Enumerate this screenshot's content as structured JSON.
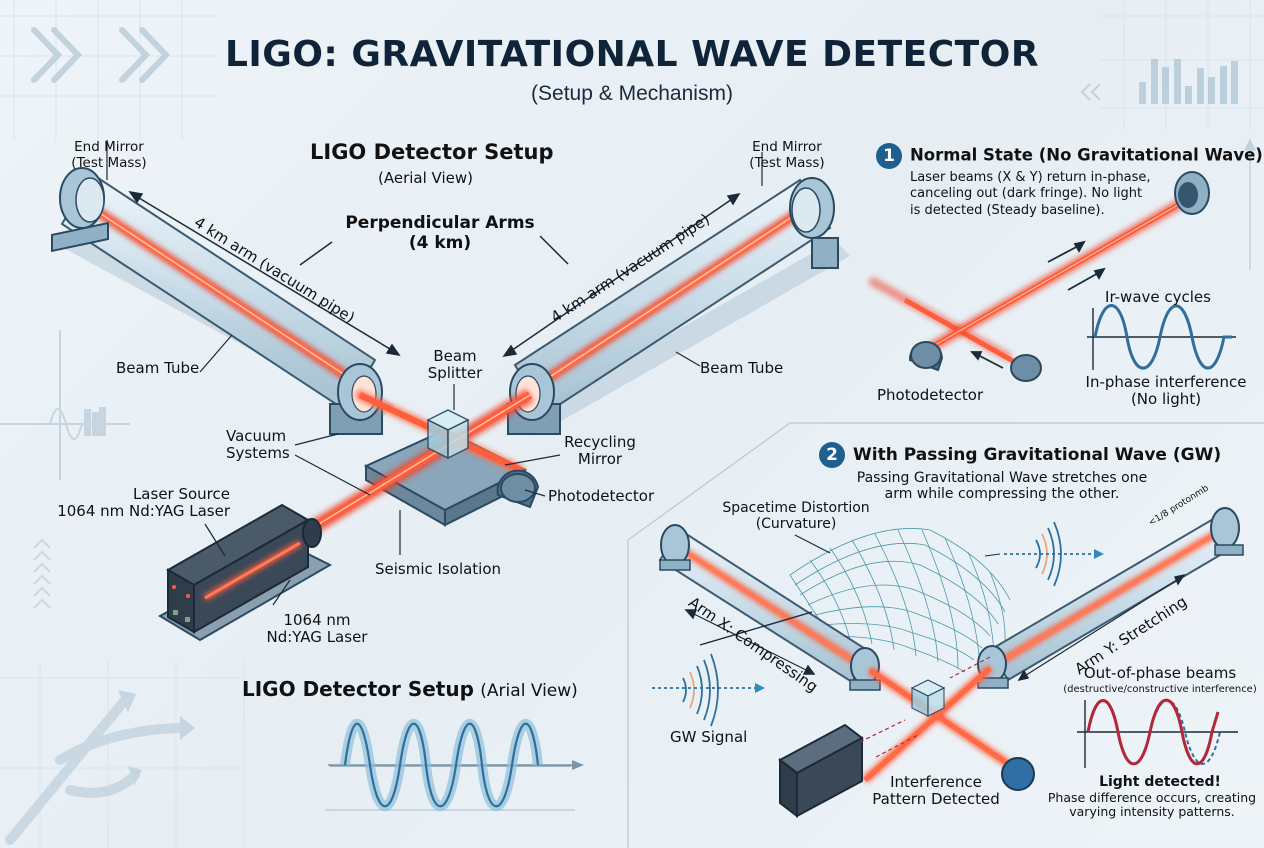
{
  "header": {
    "title": "LIGO: GRAVITATIONAL WAVE DETECTOR",
    "subtitle": "(Setup & Mechanism)"
  },
  "setup": {
    "heading": "LIGO Detector Setup",
    "subheading": "(Aerial View)",
    "arms_label_line1": "Perpendicular Arms",
    "arms_label_line2": "(4 km)",
    "arm_left_label": "4 km arm (vacuum pipe)",
    "arm_right_label": "4 km arm (vacuum pipe)",
    "end_mirror_left_line1": "End Mirror",
    "end_mirror_left_line2": "(Test Mass)",
    "end_mirror_right_line1": "End Mirror",
    "end_mirror_right_line2": "(Test Mass)",
    "beam_tube_left": "Beam Tube",
    "beam_tube_right": "Beam Tube",
    "beam_splitter_line1": "Beam",
    "beam_splitter_line2": "Splitter",
    "vacuum_line1": "Vacuum",
    "vacuum_line2": "Systems",
    "recycling_line1": "Recycling",
    "recycling_line2": "Mirror",
    "photodetector": "Photodetector",
    "laser_source_line1": "Laser Source",
    "laser_source_line2": "1064 nm Nd:YAG Laser",
    "laser_label_line1": "1064 nm",
    "laser_label_line2": "Nd:YAG Laser",
    "seismic": "Seismic Isolation",
    "bottom_heading_bold": "LIGO Detector Setup",
    "bottom_heading_light": "(Arial View)"
  },
  "normal_state": {
    "badge": "1",
    "heading": "Normal State (No Gravitational Wave)",
    "desc_line1": "Laser beams (X & Y) return in-phase,",
    "desc_line2": "canceling out (dark fringe). No light",
    "desc_line3": "is detected (Steady baseline).",
    "photodetector": "Photodetector",
    "wave_caption": "Ir-wave cycles",
    "interference_line1": "In-phase interference",
    "interference_line2": "(No light)"
  },
  "gw_state": {
    "badge": "2",
    "heading": "With Passing Gravitational Wave (GW)",
    "desc_line1": "Passing Gravitational Wave stretches one",
    "desc_line2": "arm while compressing the other.",
    "distortion_line1": "Spacetime Distortion",
    "distortion_line2": "(Curvature)",
    "tiny_label": "<1/8 protonmb",
    "arm_x": "Arm X: Compressing",
    "arm_y": "Arm Y: Stretching",
    "gw_signal": "GW Signal",
    "pattern_line1": "Interference",
    "pattern_line2": "Pattern Detected",
    "out_of_phase": "Out-of-phase beams",
    "out_of_phase_sub": "(destructive/constructive interference)",
    "light_detected": "Light detected!",
    "phase_line1": "Phase difference occurs, creating",
    "phase_line2": "varying intensity patterns."
  },
  "colors": {
    "laser": "#f0432a",
    "navy": "#0f2439",
    "badge": "#1e5f8e",
    "wave_blue": "#2f6f9a",
    "wave_red": "#b0283a",
    "tube": "#cfe1ec"
  }
}
